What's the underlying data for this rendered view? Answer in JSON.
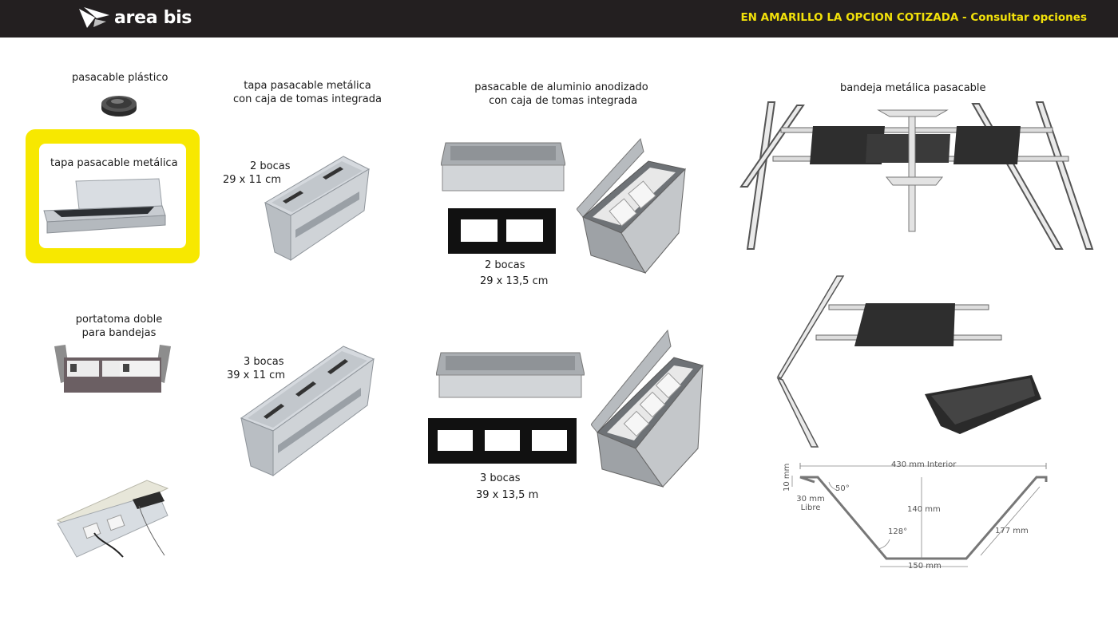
{
  "header": {
    "brand": "area bis",
    "banner": "EN AMARILLO LA OPCION COTIZADA - Consultar opciones",
    "accent_color": "#f2e10a",
    "highlight_color": "#f7e800"
  },
  "col1": {
    "plastic_title": "pasacable plástico",
    "metal_lid_title": "tapa pasacable metálica",
    "dual_outlet_title": "portatoma doble\npara bandejas"
  },
  "col2": {
    "title": "tapa pasacable metálica\ncon caja de tomas integrada",
    "a_count": "2 bocas",
    "a_size": "29 x 11 cm",
    "b_count": "3 bocas",
    "b_size": "39 x 11 cm"
  },
  "col3": {
    "title": "pasacable de aluminio anodizado\n con caja de tomas integrada",
    "a_count": "2 bocas",
    "a_size": "29 x 13,5 cm",
    "b_count": "3 bocas",
    "b_size": "39 x 13,5 m"
  },
  "col4": {
    "title": "bandeja metálica pasacable",
    "diagram": {
      "width_label": "430 mm Interior",
      "lip_label": "10 mm",
      "angle_top": "50°",
      "free_label": "30 mm\nLibre",
      "depth_label": "140 mm",
      "angle_bottom": "128°",
      "side_label": "177 mm",
      "base_label": "150 mm"
    }
  }
}
